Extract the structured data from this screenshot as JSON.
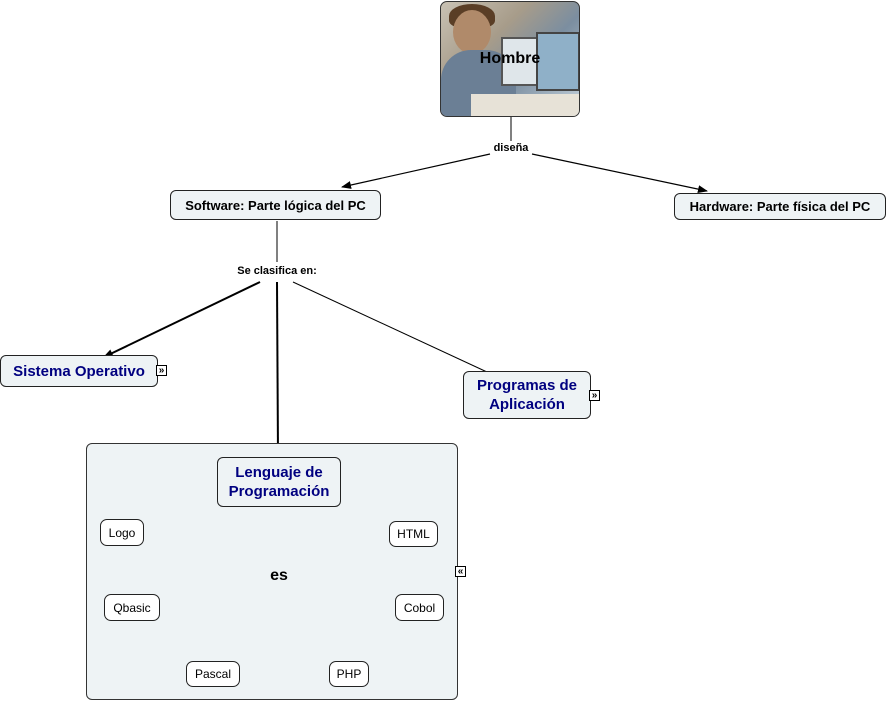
{
  "nodes": {
    "hombre": "Hombre",
    "software": "Software: Parte lógica del PC",
    "hardware": "Hardware: Parte física del PC",
    "sistema_operativo": "Sistema Operativo",
    "programas_aplicacion_1": "Programas de",
    "programas_aplicacion_2": "Aplicación",
    "lenguaje_1": "Lenguaje de",
    "lenguaje_2": "Programación",
    "logo": "Logo",
    "html": "HTML",
    "qbasic": "Qbasic",
    "cobol": "Cobol",
    "pascal": "Pascal",
    "php": "PHP"
  },
  "links": {
    "disena": "diseña",
    "clasifica": "Se clasifica en:",
    "es": "es"
  },
  "expanders": {
    "expand": "»",
    "collapse": "«"
  },
  "colors": {
    "node_fill": "#eef3f5",
    "title_blue": "#000080"
  }
}
